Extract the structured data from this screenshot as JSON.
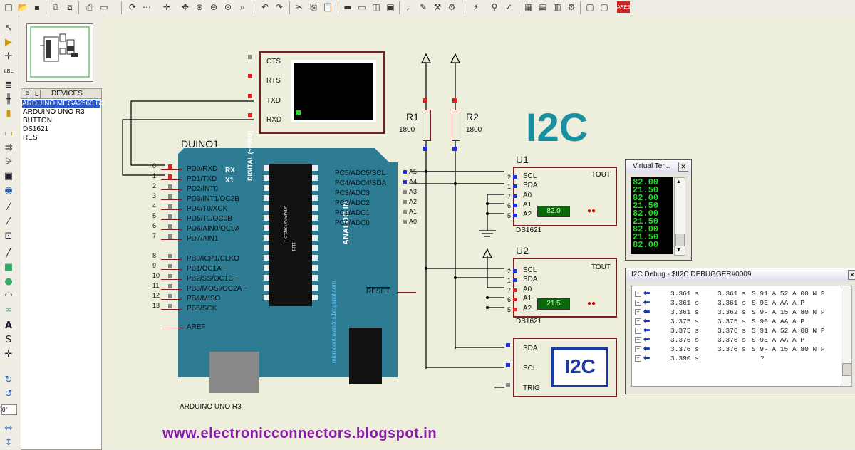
{
  "toolbar": {
    "buttons": [
      "new-icon",
      "open-icon",
      "save-icon",
      "import-icon",
      "export-icon",
      "print-icon",
      "area-icon",
      "refresh-icon",
      "grid-icon",
      "origin-icon",
      "pan-icon",
      "zoom-in-icon",
      "zoom-out-icon",
      "zoom-all-icon",
      "zoom-area-icon",
      "undo-icon",
      "redo-icon",
      "cut-icon",
      "copy-icon",
      "paste-icon",
      "block-copy-icon",
      "block-move-icon",
      "block-rotate-icon",
      "block-delete-icon",
      "pick-icon",
      "make-device-icon",
      "packaging-icon",
      "decompose-icon",
      "wire-autorouter-icon",
      "search-icon",
      "property-icon",
      "netlist-icon",
      "bom-icon",
      "ares-icon"
    ]
  },
  "device_panel": {
    "tab_p": "P",
    "tab_l": "L",
    "header": "DEVICES",
    "items": [
      "ARDUINO MEGA2560 R3",
      "ARDUINO UNO R3",
      "BUTTON",
      "DS1621",
      "RES"
    ],
    "rotation_value": "0°"
  },
  "schematic": {
    "title": "I2C",
    "footer": "www.electronicconnectors.blogspot.in",
    "arduino": {
      "ref": "DUINO1",
      "name": "ARDUINO UNO R3",
      "left_pins": [
        {
          "num": "0",
          "name": "PD0/RXD"
        },
        {
          "num": "1",
          "name": "PD1/TXD"
        },
        {
          "num": "2",
          "name": "PD2/INT0"
        },
        {
          "num": "3",
          "name": "PD3/INT1/OC2B"
        },
        {
          "num": "4",
          "name": "PD4/T0/XCK"
        },
        {
          "num": "5",
          "name": "PD5/T1/OC0B"
        },
        {
          "num": "6",
          "name": "PD6/AIN0/OC0A"
        },
        {
          "num": "7",
          "name": "PD7/AIN1"
        },
        {
          "num": "8",
          "name": "PB0/ICP1/CLKO"
        },
        {
          "num": "9",
          "name": "PB1/OC1A ~"
        },
        {
          "num": "10",
          "name": "PB2/SS/OC1B ~"
        },
        {
          "num": "11",
          "name": "PB3/MOSI/OC2A ~"
        },
        {
          "num": "12",
          "name": "PB4/MISO"
        },
        {
          "num": "13",
          "name": "PB5/SCK"
        }
      ],
      "aref": "AREF",
      "rx": "RX",
      "tx": "X1",
      "right_pins": [
        {
          "num": "A5",
          "name": "PC5/ADC5/SCL"
        },
        {
          "num": "A4",
          "name": "PC4/ADC4/SDA"
        },
        {
          "num": "A3",
          "name": "PC3/ADC3"
        },
        {
          "num": "A2",
          "name": "PC2/ADC2"
        },
        {
          "num": "A1",
          "name": "PC1/ADC1"
        },
        {
          "num": "A0",
          "name": "PC0/ADC0"
        }
      ],
      "reset": "RESET",
      "digital_label": "DIGITAL (~PWM)",
      "analog_label": "ANALOG IN",
      "chip_text": "ATMEGA328P-PU",
      "chip_text2": "1121",
      "blog_text": "microcontrolandos.blogspot.com"
    },
    "terminal": {
      "pins": [
        "CTS",
        "RTS",
        "TXD",
        "RXD"
      ]
    },
    "resistors": [
      {
        "ref": "R1",
        "value": "1800"
      },
      {
        "ref": "R2",
        "value": "1800"
      }
    ],
    "u1": {
      "ref": "U1",
      "part": "DS1621",
      "reading": "82.0",
      "pins": [
        {
          "num": "2",
          "name": "SCL"
        },
        {
          "num": "1",
          "name": "SDA"
        },
        {
          "num": "7",
          "name": "A0"
        },
        {
          "num": "6",
          "name": "A1"
        },
        {
          "num": "5",
          "name": "A2"
        }
      ],
      "tout": "TOUT"
    },
    "u2": {
      "ref": "U2",
      "part": "DS1621",
      "reading": "21.5",
      "pins": [
        {
          "num": "2",
          "name": "SCL"
        },
        {
          "num": "1",
          "name": "SDA"
        },
        {
          "num": "7",
          "name": "A0"
        },
        {
          "num": "6",
          "name": "A1"
        },
        {
          "num": "5",
          "name": "A2"
        }
      ],
      "tout": "TOUT"
    },
    "i2c_debugger": {
      "pins": [
        "SDA",
        "SCL",
        "TRIG"
      ],
      "label": "I2C"
    }
  },
  "virtual_terminal": {
    "title": "Virtual Ter...",
    "lines": [
      "82.00",
      "21.50",
      "82.00",
      "21.50",
      "82.00",
      "21.50",
      "82.00",
      "21.50",
      "82.00"
    ]
  },
  "i2c_debug": {
    "title": "I2C Debug - $II2C DEBUGGER#0009",
    "rows": [
      {
        "t1": "3.361 s",
        "t2": "3.361 s",
        "seq": "S 91 A 52 A 00 N P"
      },
      {
        "t1": "3.361 s",
        "t2": "3.361 s",
        "seq": "S 9E A AA A P"
      },
      {
        "t1": "3.361 s",
        "t2": "3.362 s",
        "seq": "S 9F A 15 A 80 N P"
      },
      {
        "t1": "3.375 s",
        "t2": "3.375 s",
        "seq": "S 90 A AA A P"
      },
      {
        "t1": "3.375 s",
        "t2": "3.376 s",
        "seq": "S 91 A 52 A 00 N P"
      },
      {
        "t1": "3.376 s",
        "t2": "3.376 s",
        "seq": "S 9E A AA A P"
      },
      {
        "t1": "3.376 s",
        "t2": "3.376 s",
        "seq": "S 9F A 15 A 80 N P"
      },
      {
        "t1": "3.390 s",
        "t2": "",
        "seq": "?"
      }
    ]
  },
  "colors": {
    "arduino": "#2e7b94",
    "title": "#1a8fa0",
    "footer": "#8a1aa8",
    "pin_red": "#e02020",
    "pin_blue": "#2030e0",
    "lcd_green": "#22cc22"
  }
}
